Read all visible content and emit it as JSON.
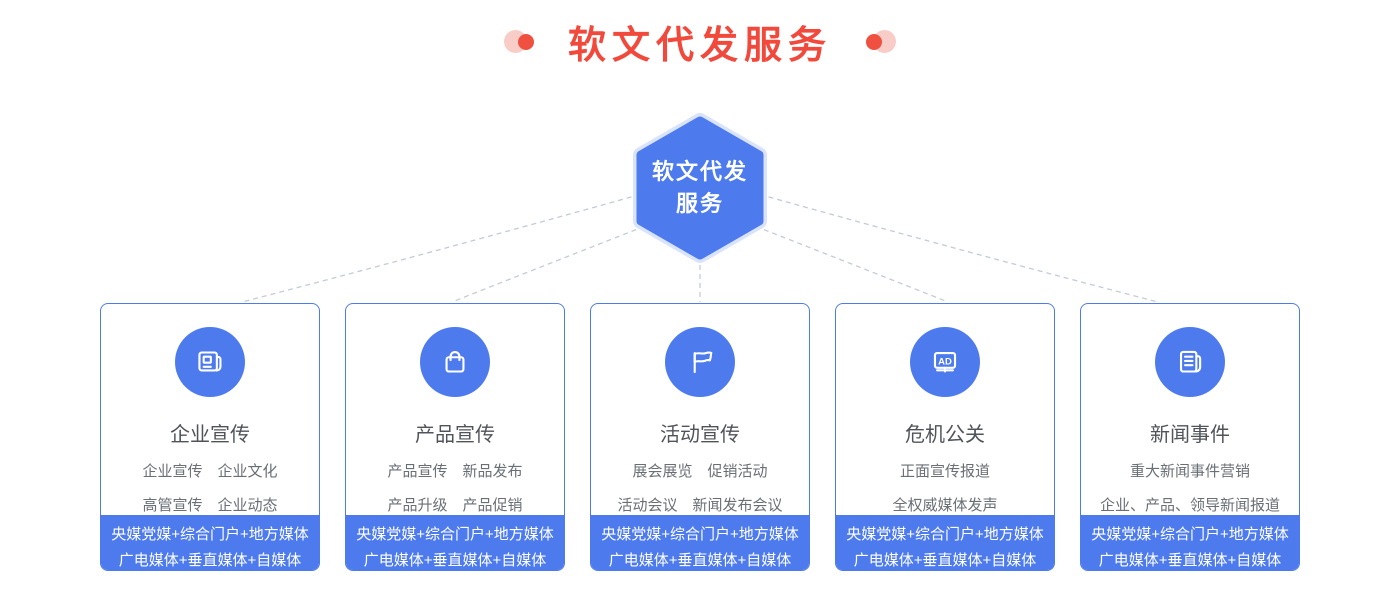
{
  "header": {
    "title": "软文代发服务"
  },
  "center_node": {
    "line1": "软文代发",
    "line2": "服务"
  },
  "icons": {
    "ad_label": "AD"
  },
  "colors": {
    "accent_blue": "#4d7bee",
    "hexagon_halo": "#d9e3fb",
    "title_red": "#f1493c",
    "decor_pink": "#f8cdc8",
    "connector_gray": "#c3cbd8",
    "card_title_gray": "#50545a",
    "card_text_gray": "#6a6f76"
  },
  "cards": [
    {
      "icon": "newspaper-icon",
      "title": "企业宣传",
      "lines": [
        "企业宣传　企业文化",
        "高管宣传　企业动态"
      ],
      "footer": [
        "央媒党媒+综合门户+地方媒体",
        "广电媒体+垂直媒体+自媒体"
      ]
    },
    {
      "icon": "shopping-bag-icon",
      "title": "产品宣传",
      "lines": [
        "产品宣传　新品发布",
        "产品升级　产品促销"
      ],
      "footer": [
        "央媒党媒+综合门户+地方媒体",
        "广电媒体+垂直媒体+自媒体"
      ]
    },
    {
      "icon": "flag-icon",
      "title": "活动宣传",
      "lines": [
        "展会展览　促销活动",
        "活动会议　新闻发布会议"
      ],
      "footer": [
        "央媒党媒+综合门户+地方媒体",
        "广电媒体+垂直媒体+自媒体"
      ]
    },
    {
      "icon": "ad-screen-icon",
      "title": "危机公关",
      "lines": [
        "正面宣传报道",
        "全权威媒体发声"
      ],
      "footer": [
        "央媒党媒+综合门户+地方媒体",
        "广电媒体+垂直媒体+自媒体"
      ]
    },
    {
      "icon": "news-document-icon",
      "title": "新闻事件",
      "lines": [
        "重大新闻事件营销",
        "企业、产品、领导新闻报道"
      ],
      "footer": [
        "央媒党媒+综合门户+地方媒体",
        "广电媒体+垂直媒体+自媒体"
      ]
    }
  ]
}
